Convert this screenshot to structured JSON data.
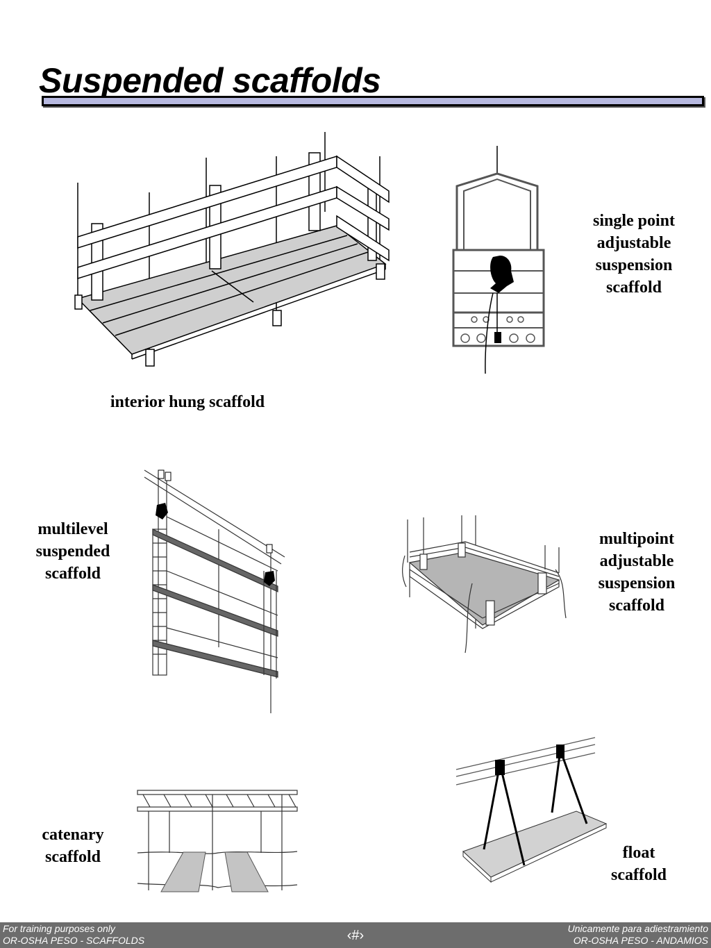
{
  "slide": {
    "title": "Suspended scaffolds"
  },
  "figures": {
    "interior_hung": {
      "label": "interior hung scaffold"
    },
    "single_point": {
      "label_lines": [
        "single point",
        "adjustable",
        "suspension",
        "scaffold"
      ]
    },
    "multilevel": {
      "label_lines": [
        "multilevel",
        "suspended",
        "scaffold"
      ]
    },
    "multipoint": {
      "label_lines": [
        "multipoint",
        "adjustable",
        "suspension",
        "scaffold"
      ]
    },
    "catenary": {
      "label_lines": [
        "catenary",
        "scaffold"
      ]
    },
    "float": {
      "label_lines": [
        "float",
        "scaffold"
      ]
    }
  },
  "footer": {
    "left_line1": "For training purposes only",
    "left_line2": "OR-OSHA PESO - SCAFFOLDS",
    "page_marker": "‹#›",
    "right_line1": "Unicamente para adiestramiento",
    "right_line2": "OR-OSHA PESO - ANDAMIOS"
  }
}
